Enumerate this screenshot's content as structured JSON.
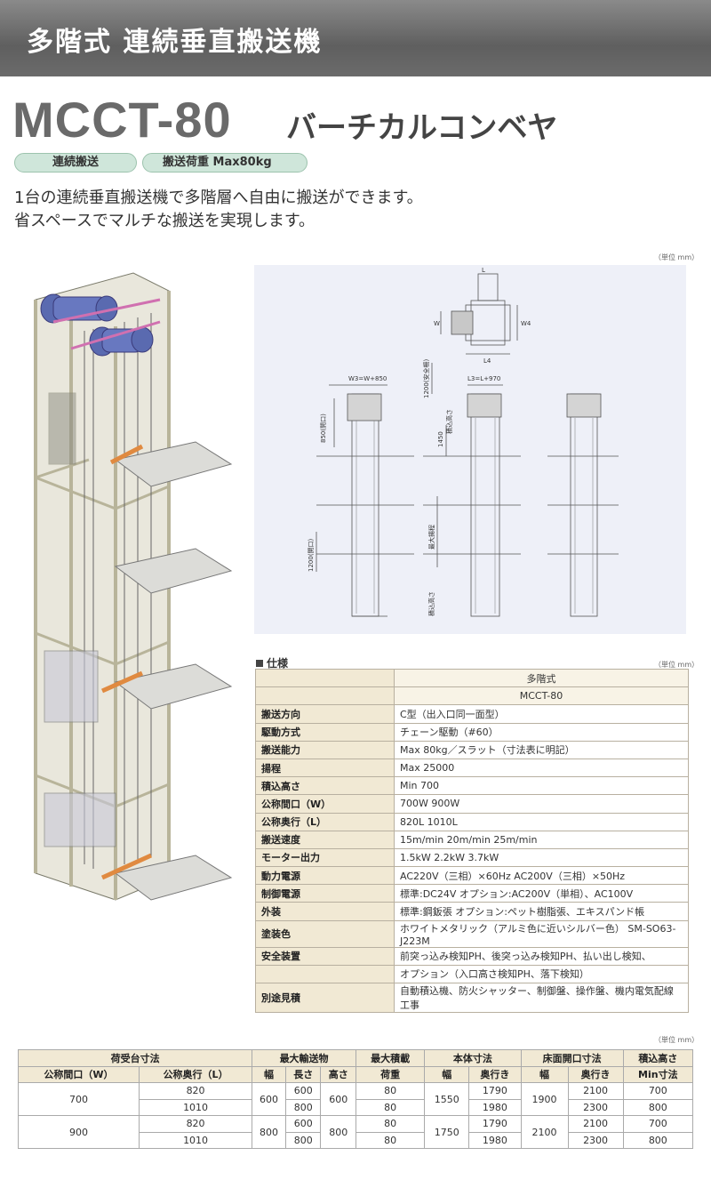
{
  "header": {
    "title": "多階式 連続垂直搬送機"
  },
  "product": {
    "model": "MCCT-80",
    "subtitle": "バーチカルコンベヤ",
    "tags": [
      "連続搬送",
      "搬送荷重 Max80kg"
    ],
    "description": [
      "1台の連続垂直搬送機で多階層へ自由に搬送ができます。",
      "省スペースでマルチな搬送を実現します。"
    ]
  },
  "units": {
    "drawing": "（単位 mm）",
    "spec": "（単位 mm）",
    "dims": "（単位 mm）"
  },
  "drawing": {
    "plan_L": "L",
    "plan_W": "W",
    "plan_W4": "W4",
    "plan_L4": "L4",
    "w3": "W3=W+850",
    "l3": "L3=L+970",
    "d850": "850(開口)",
    "d1200top": "1200(安全柵)",
    "d1450": "1450",
    "d1200open": "1200(開口)",
    "lbl_load_h": "積込高さ",
    "lbl_max_h": "最大揚程",
    "lbl_load_h2": "積込高さ"
  },
  "spec": {
    "section_title": "仕様",
    "header1": "多階式",
    "header2": "MCCT-80",
    "rows": [
      {
        "key": "搬送方向",
        "value": "C型（出入口同一面型）"
      },
      {
        "key": "駆動方式",
        "value": "チェーン駆動（#60）"
      },
      {
        "key": "搬送能力",
        "value": "Max 80kg／スラット（寸法表に明記）"
      },
      {
        "key": "揚程",
        "value": "Max 25000"
      },
      {
        "key": "積込高さ",
        "value": "Min 700"
      },
      {
        "key": "公称間口（W）",
        "value": "700W  900W"
      },
      {
        "key": "公称奥行（L）",
        "value": "820L  1010L"
      },
      {
        "key": "搬送速度",
        "value": "15m/min  20m/min  25m/min"
      },
      {
        "key": "モーター出力",
        "value": "1.5kW  2.2kW  3.7kW"
      },
      {
        "key": "動力電源",
        "value": "AC220V（三相）×60Hz  AC200V（三相）×50Hz"
      },
      {
        "key": "制御電源",
        "value": "標準:DC24V  オプション:AC200V（単相）、AC100V"
      },
      {
        "key": "外装",
        "value": "標準:鋼鈑張  オプション:ペット樹脂張、エキスパンド帳"
      },
      {
        "key": "塗装色",
        "value": "ホワイトメタリック（アルミ色に近いシルバー色） SM-SO63-J223M"
      },
      {
        "key": "安全装置",
        "value": "前突っ込み検知PH、後突っ込み検知PH、払い出し検知、"
      },
      {
        "key": "",
        "value": "オプション（入口高さ検知PH、落下検知）"
      },
      {
        "key": "別途見積",
        "value": "自動積込機、防火シャッター、制御盤、操作盤、機内電気配線工事"
      }
    ]
  },
  "dims": {
    "group_headers": [
      "荷受台寸法",
      "最大輸送物",
      "最大積載",
      "本体寸法",
      "床面開口寸法",
      "積込高さ"
    ],
    "sub_headers": [
      "公称間口（W）",
      "公称奥行（L）",
      "幅",
      "長さ",
      "高さ",
      "荷重",
      "幅",
      "奥行き",
      "幅",
      "奥行き",
      "Min寸法"
    ],
    "rows": [
      [
        "700",
        "820",
        "600",
        "600",
        "600",
        "80",
        "1550",
        "1790",
        "1900",
        "2100",
        "700"
      ],
      [
        "",
        "1010",
        "",
        "800",
        "",
        "80",
        "",
        "1980",
        "",
        "2300",
        "800"
      ],
      [
        "900",
        "820",
        "800",
        "600",
        "800",
        "80",
        "1750",
        "1790",
        "2100",
        "2100",
        "700"
      ],
      [
        "",
        "1010",
        "",
        "800",
        "",
        "80",
        "",
        "1980",
        "",
        "2300",
        "800"
      ]
    ]
  }
}
